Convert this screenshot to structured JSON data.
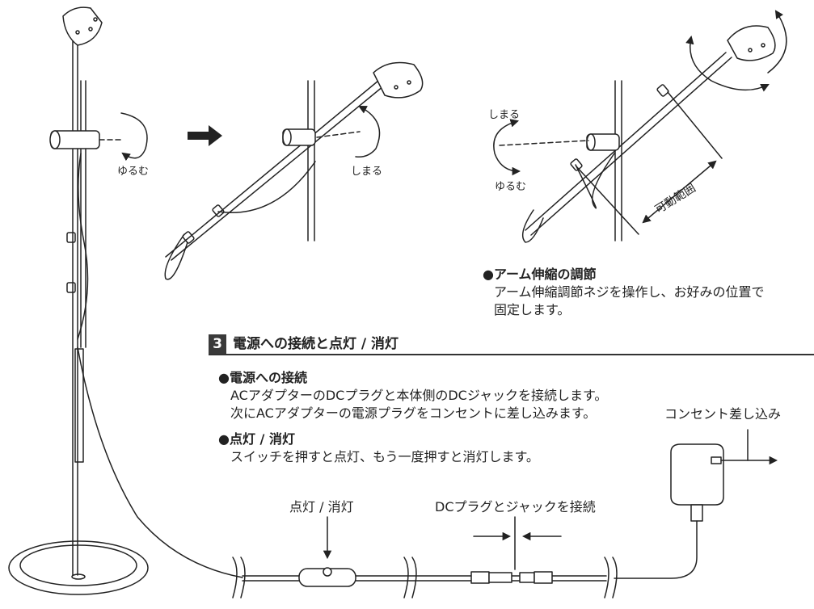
{
  "labels": {
    "loosen": "ゆるむ",
    "tighten": "しまる",
    "range": "可動範囲"
  },
  "arm_section": {
    "heading": "●アーム伸縮の調節",
    "line1": "アーム伸縮調節ネジを操作し、お好みの位置で",
    "line2": "固定します。"
  },
  "section3": {
    "number": "3",
    "title": "電源への接続と点灯 / 消灯",
    "power_heading": "●電源への接続",
    "power_line1": "ACアダプターのDCプラグと本体側のDCジャックを接続します。",
    "power_line2": "次にACアダプターの電源プラグをコンセントに差し込みます。",
    "light_heading": "●点灯 / 消灯",
    "light_line1": "スイッチを押すと点灯、もう一度押すと消灯します。"
  },
  "callouts": {
    "outlet": "コンセント差し込み",
    "switch": "点灯 / 消灯",
    "connect": "DCプラグとジャックを接続"
  },
  "colors": {
    "line": "#222222",
    "section_box": "#3a3a3a"
  }
}
